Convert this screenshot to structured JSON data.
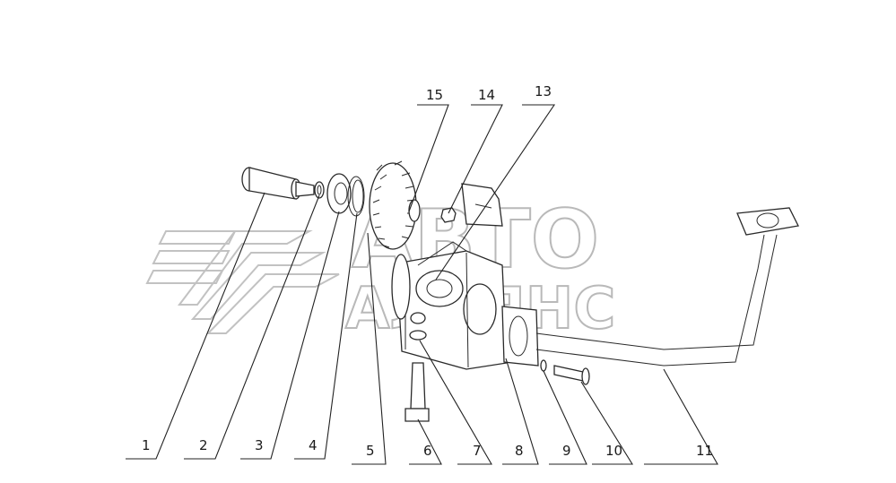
{
  "watermark": {
    "line1": "АВТО",
    "line2": "АЛЬЯНС"
  },
  "callouts": {
    "bottom": [
      "1",
      "2",
      "3",
      "4",
      "5",
      "6",
      "7",
      "8",
      "9",
      "10",
      "11"
    ],
    "top": [
      "15",
      "14",
      "13"
    ]
  }
}
